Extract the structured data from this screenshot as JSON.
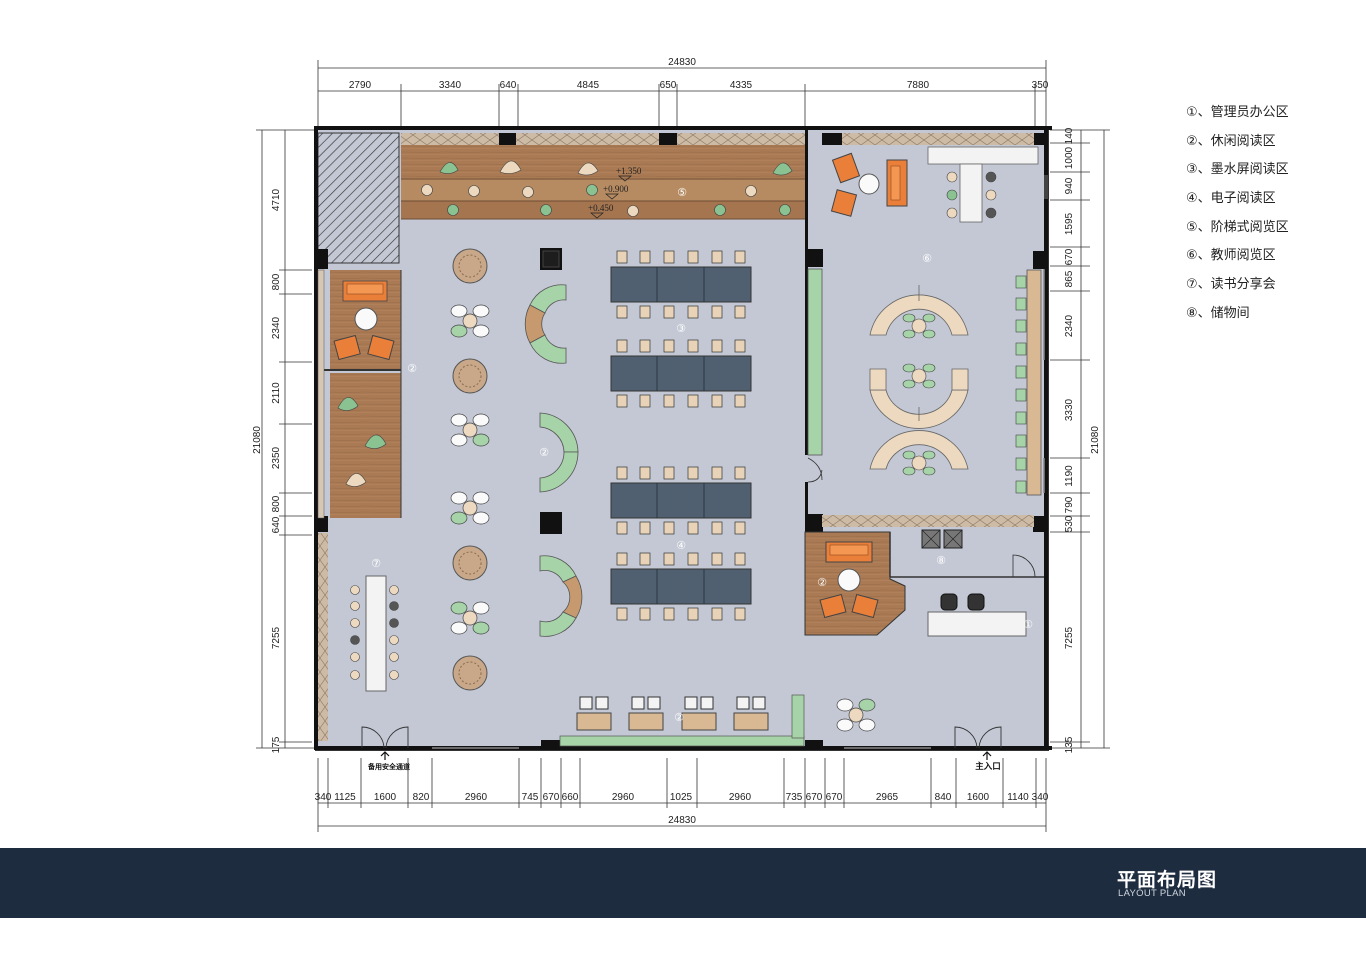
{
  "overall_width": "24830",
  "overall_height": "21080",
  "top_dims": [
    "2790",
    "3340",
    "640",
    "4845",
    "650",
    "4335",
    "7880",
    "350"
  ],
  "bottom_dims": [
    "340",
    "1125",
    "1600",
    "820",
    "2960",
    "745",
    "670",
    "660",
    "2960",
    "1025",
    "2960",
    "735",
    "670",
    "670",
    "2965",
    "840",
    "1600",
    "1140",
    "340"
  ],
  "left_dims": [
    "4710",
    "800",
    "2340",
    "2110",
    "2350",
    "800",
    "640",
    "7255",
    "175"
  ],
  "right_dims": [
    "140",
    "1000",
    "940",
    "1595",
    "670",
    "865",
    "2340",
    "3330",
    "1190",
    "790",
    "530",
    "7255",
    "135"
  ],
  "levels": [
    "+1.350",
    "+0.900",
    "+0.450"
  ],
  "zone_markers": {
    "z1": "①",
    "z2": "②",
    "z3": "③",
    "z4": "④",
    "z5": "⑤",
    "z6": "⑥",
    "z7": "⑦",
    "z8": "⑧"
  },
  "entrance_labels": {
    "emergency": "备用安全通道",
    "main": "主入口"
  },
  "legend": [
    "①、管理员办公区",
    "②、休闲阅读区",
    "③、墨水屏阅读区",
    "④、电子阅读区",
    "⑤、阶梯式阅览区",
    "⑥、教师阅览区",
    "⑦、读书分享会",
    "⑧、储物间"
  ],
  "footer": {
    "title": "平面布局图",
    "subtitle": "LAYOUT PLAN"
  },
  "colors": {
    "floor": "#c3c8d4",
    "wood": "#a97a54",
    "stair_light": "#c7996e",
    "green": "#a6d3a8",
    "cream": "#e8d3b8",
    "sofa": "#ea7f3a",
    "desk": "#516070",
    "wall": "#111111",
    "footer": "#1e2c3f"
  }
}
